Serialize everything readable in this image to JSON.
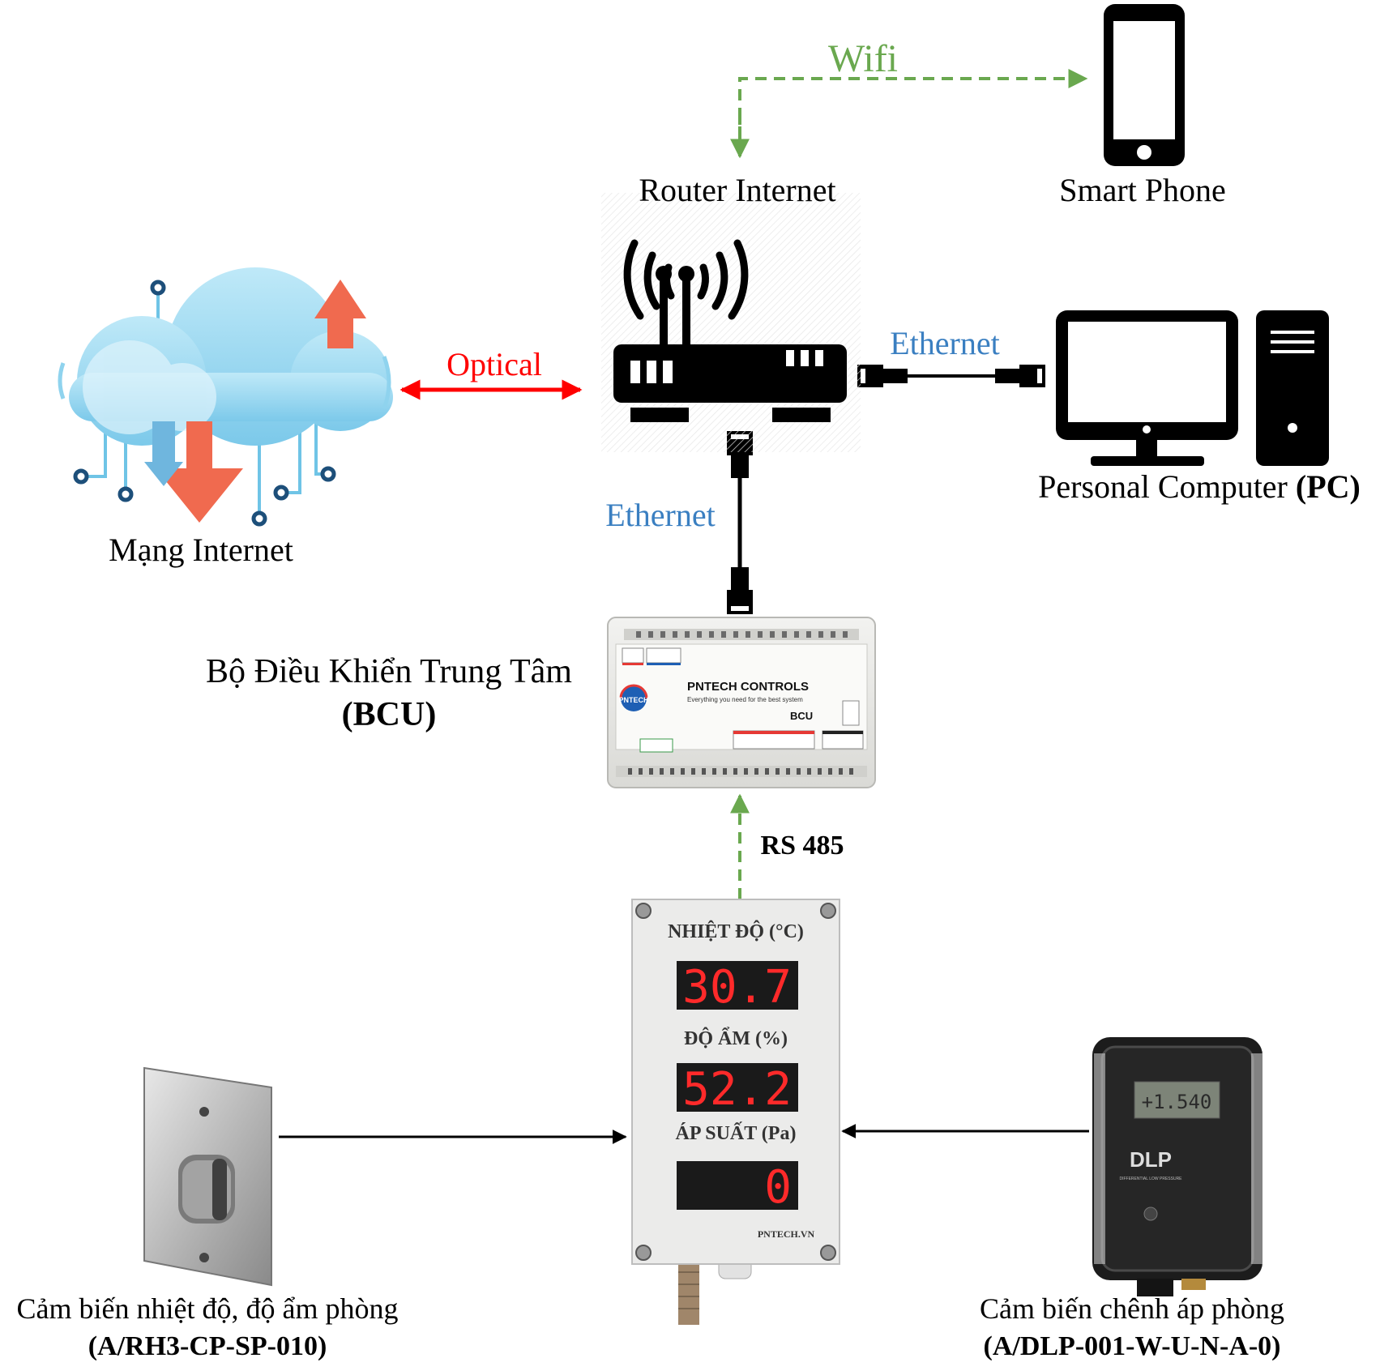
{
  "diagram": {
    "internet": {
      "label": "Mạng Internet"
    },
    "router": {
      "label": "Router Internet"
    },
    "phone": {
      "label": "Smart Phone"
    },
    "pc": {
      "label": "Personal Computer",
      "label_bold": "(PC)"
    },
    "bcu": {
      "label": "Bộ Điều Khiển Trung Tâm",
      "label_bold": "(BCU)",
      "brand": "PNTECH CONTROLS",
      "tagline": "Everything you need for the best system",
      "logo": "PNTECH",
      "model": "BCU"
    },
    "display": {
      "temp_label": "NHIỆT  ĐỘ (°C)",
      "temp_value": "30.7",
      "hum_label": "ĐỘ ẨM (%)",
      "hum_value": "52.2",
      "press_label": "ÁP SUẤT (Pa)",
      "press_value": "0",
      "brand": "PNTECH.VN"
    },
    "sensor_left": {
      "label": "Cảm biến nhiệt độ, độ ẩm phòng",
      "model": "(A/RH3-CP-SP-010)"
    },
    "sensor_right": {
      "label": "Cảm biến chênh áp phòng",
      "model": "(A/DLP-001-W-U-N-A-0)",
      "screen": "+1.540",
      "brand": "DLP",
      "sub": "DIFFERENTIAL LOW PRESSURE"
    },
    "links": {
      "wifi": "Wifi",
      "optical": "Optical",
      "ethernet_pc": "Ethernet",
      "ethernet_bcu": "Ethernet",
      "rs485": "RS 485"
    },
    "colors": {
      "wifi": "#6aa84f",
      "optical": "#ff0000",
      "ethernet_text": "#3a7fc1",
      "rs485_line": "#6aa84f",
      "cloud": "#8fd3ee",
      "arrow_orange": "#f06a4f",
      "seg_red": "#ff2a2a"
    }
  }
}
